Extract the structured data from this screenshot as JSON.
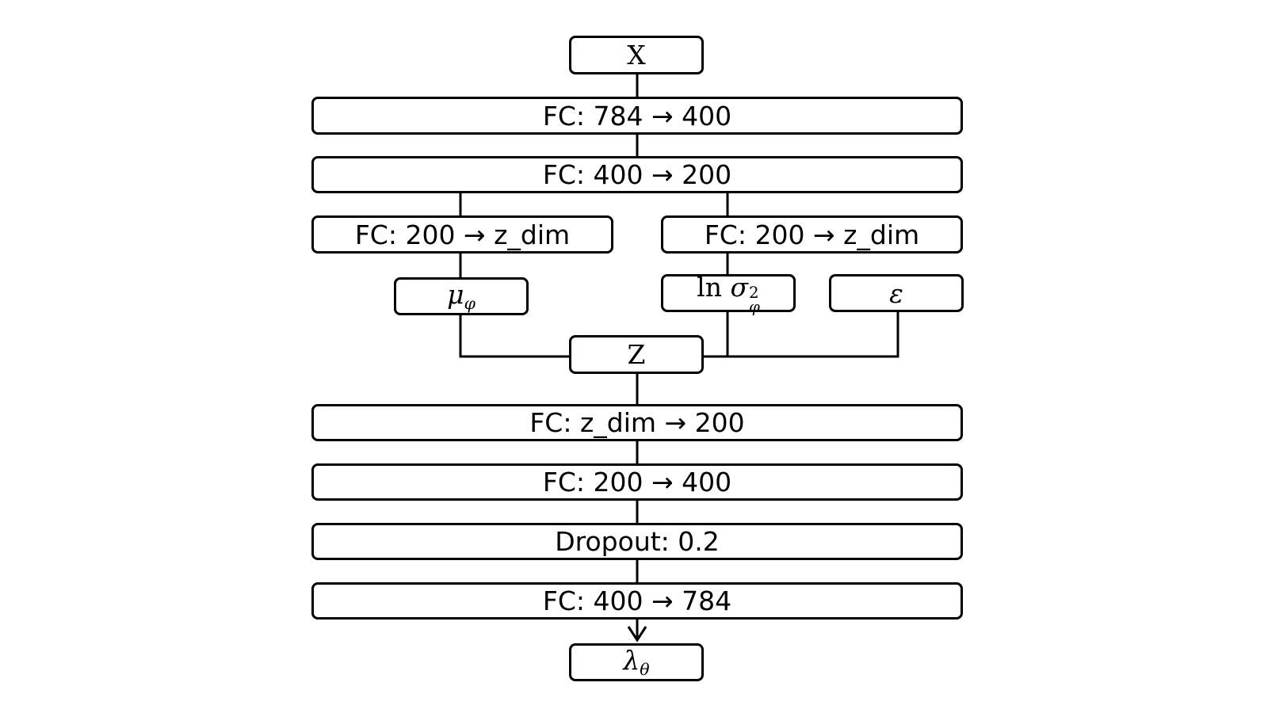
{
  "diagram": {
    "input": {
      "label": "X"
    },
    "encoder": [
      {
        "label": "FC: 784 → 400"
      },
      {
        "label": "FC: 400 → 200"
      }
    ],
    "heads": {
      "mu": {
        "label": "FC: 200 → z_dim"
      },
      "logvar": {
        "label": "FC: 200 → z_dim"
      }
    },
    "params": {
      "mu": {
        "symbol": "μ",
        "subscript": "φ"
      },
      "logvar": {
        "prefix": "ln",
        "symbol": "σ",
        "superscript": "2",
        "subscript": "φ"
      },
      "noise": {
        "symbol": "ε"
      }
    },
    "latent": {
      "label": "Z"
    },
    "decoder": [
      {
        "label": "FC: z_dim → 200"
      },
      {
        "label": "FC: 200 → 400"
      },
      {
        "label": "Dropout: 0.2"
      },
      {
        "label": "FC: 400 → 784"
      }
    ],
    "output": {
      "symbol": "λ",
      "subscript": "θ"
    },
    "style": {
      "stroke": "#000000",
      "fill": "#ffffff"
    }
  }
}
